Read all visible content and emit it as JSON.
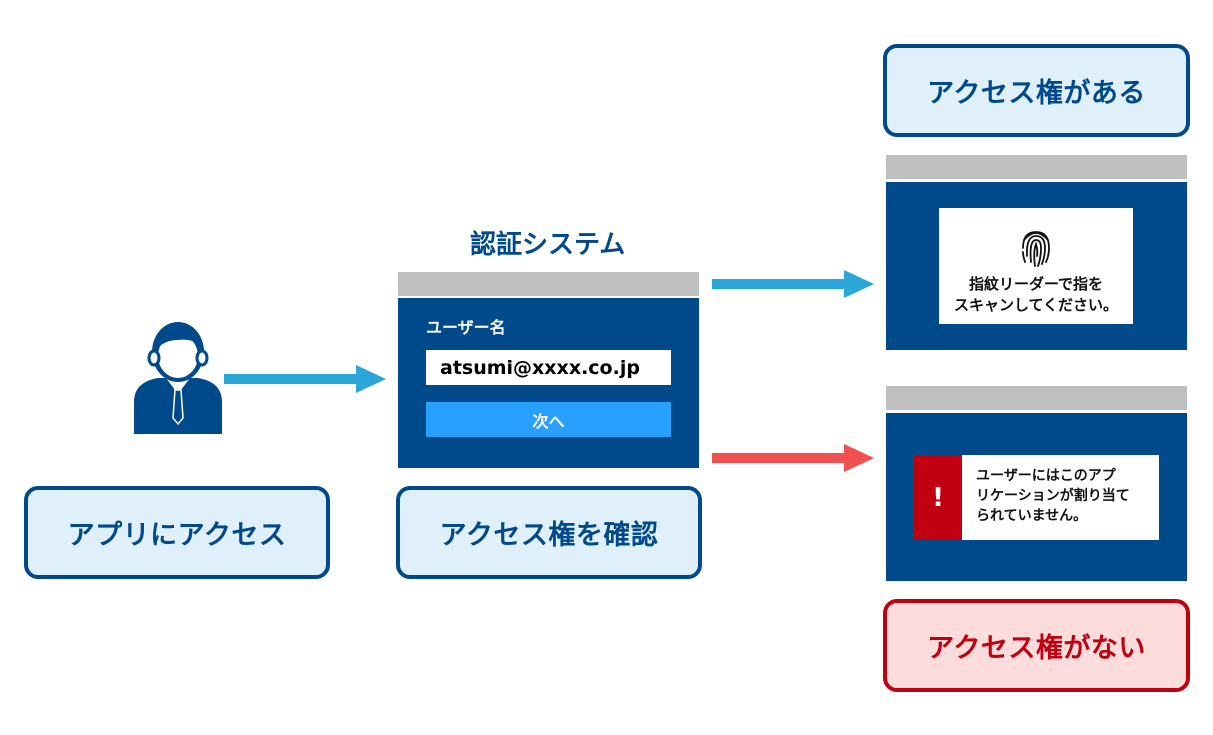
{
  "steps": {
    "access_app": "アプリにアクセス",
    "check_access": "アクセス権を確認",
    "has_access": "アクセス権がある",
    "no_access": "アクセス権がない"
  },
  "auth_system": {
    "title": "認証システム",
    "username_label": "ユーザー名",
    "username_value": "atsumi@xxxx.co.jp",
    "next_button": "次へ"
  },
  "fingerprint_prompt": {
    "line1": "指紋リーダーで指を",
    "line2": "スキャンしてください。"
  },
  "error_message": {
    "icon_text": "!",
    "line1": "ユーザーにはこのアプ",
    "line2": "リケーションが割り当て",
    "line3": "られていません。"
  },
  "icons": {
    "user": "user-icon",
    "fingerprint": "fingerprint-icon",
    "alert": "exclamation-icon"
  },
  "colors": {
    "navy": "#00498a",
    "light_blue_fill": "#dff0fa",
    "arrow_blue": "#2ba6d8",
    "arrow_red": "#f05050",
    "alert_red": "#c00010",
    "button_blue": "#28a0ff"
  }
}
